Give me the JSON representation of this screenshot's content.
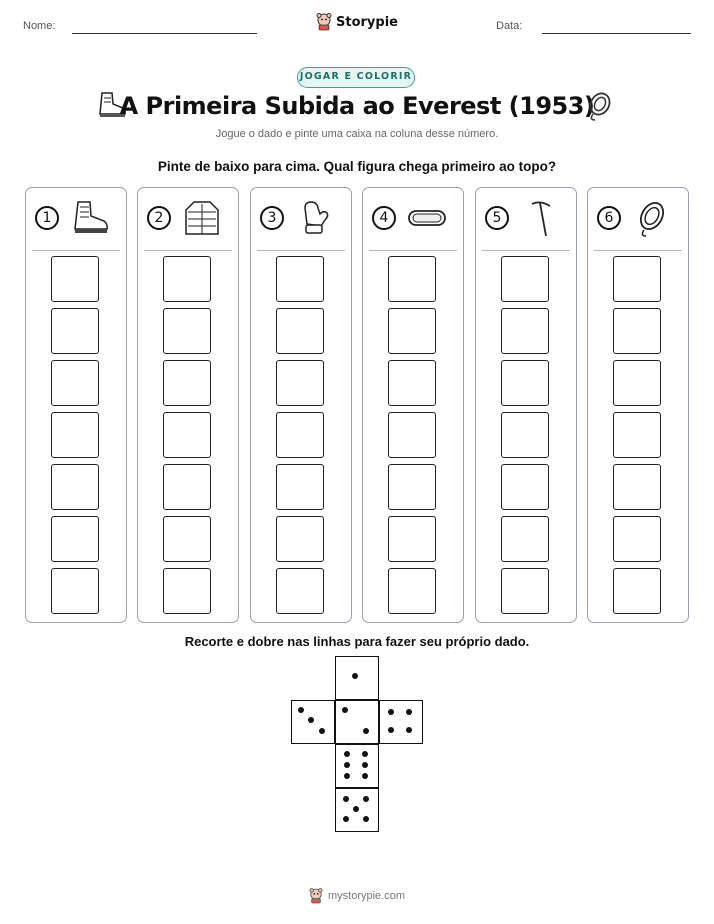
{
  "header": {
    "name_label": "Nome:",
    "date_label": "Data:",
    "brand": "Storypie"
  },
  "badge": "JOGAR E COLORIR",
  "title": "A Primeira Subida ao Everest (1953)",
  "subtitle": "Jogue o dado e pinte uma caixa na coluna desse número.",
  "instruction": "Pinte de baixo para cima. Qual figura chega primeiro ao topo?",
  "columns": [
    {
      "number": "1",
      "icon": "boot-icon"
    },
    {
      "number": "2",
      "icon": "jacket-icon"
    },
    {
      "number": "3",
      "icon": "mitten-icon"
    },
    {
      "number": "4",
      "icon": "goggles-icon"
    },
    {
      "number": "5",
      "icon": "ice-axe-icon"
    },
    {
      "number": "6",
      "icon": "rope-icon"
    }
  ],
  "boxes_per_column": 7,
  "cut_instruction": "Recorte e dobre nas linhas para fazer seu próprio dado.",
  "die_faces": [
    1,
    3,
    2,
    4,
    6,
    5
  ],
  "footer": "mystorypie.com"
}
